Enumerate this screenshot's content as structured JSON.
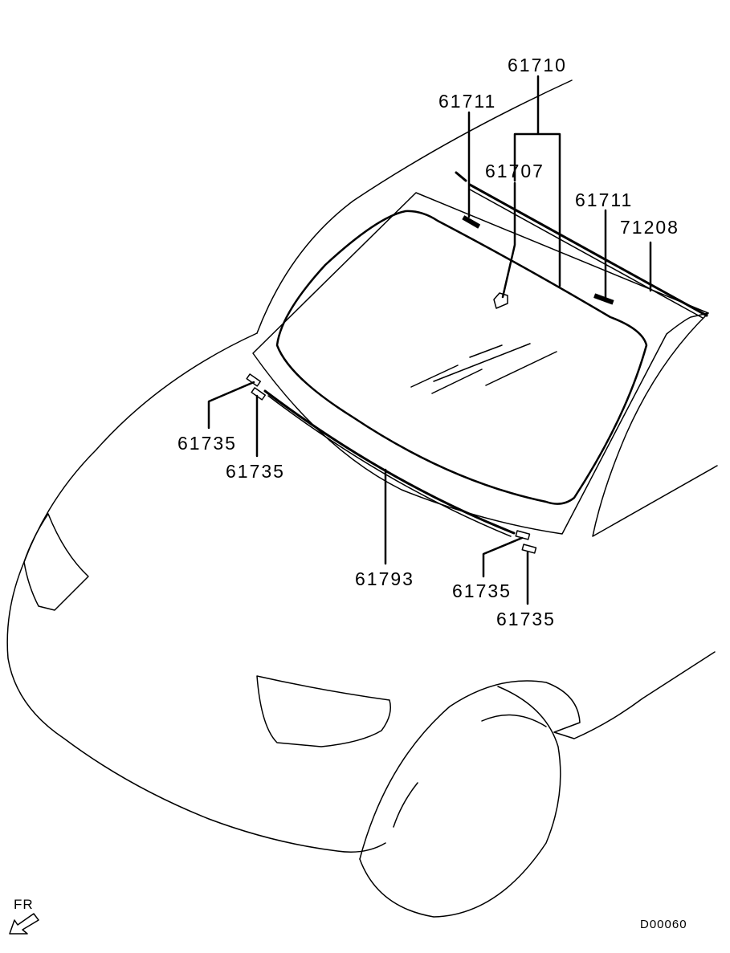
{
  "diagram": {
    "type": "parts-exploded-view",
    "subject": "windshield glass and moldings",
    "background": "#ffffff",
    "line_color": "#000000"
  },
  "labels": {
    "p61710": "61710",
    "p61711_left": "61711",
    "p61707": "61707",
    "p61711_right": "61711",
    "p71208": "71208",
    "p61735_a": "61735",
    "p61735_b": "61735",
    "p61793": "61793",
    "p61735_c": "61735",
    "p61735_d": "61735"
  },
  "orientation": {
    "label": "FR",
    "icon": "front-arrow-icon"
  },
  "figure_code": "D00060"
}
